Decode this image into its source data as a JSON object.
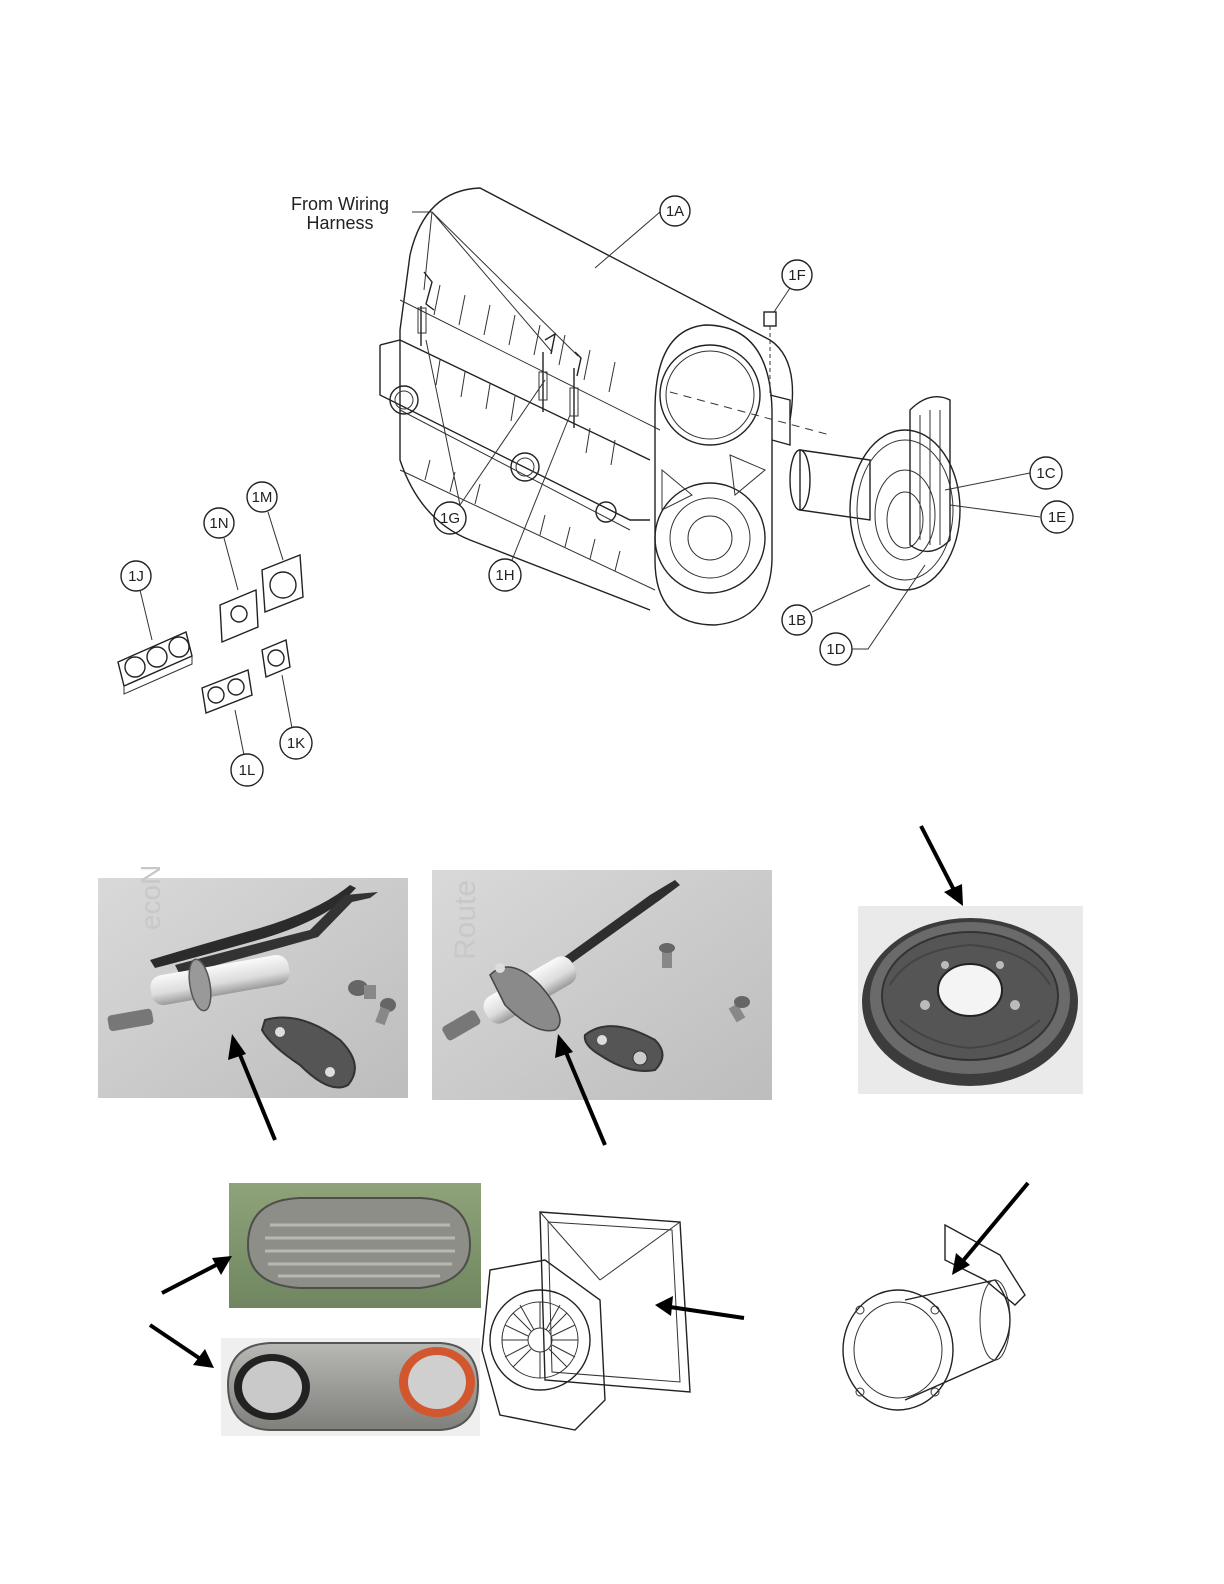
{
  "diagram": {
    "harness_label_line1": "From Wiring",
    "harness_label_line2": "Harness",
    "callouts": {
      "c1A": "1A",
      "c1B": "1B",
      "c1C": "1C",
      "c1D": "1D",
      "c1E": "1E",
      "c1F": "1F",
      "c1G": "1G",
      "c1H": "1H",
      "c1J": "1J",
      "c1K": "1K",
      "c1L": "1L",
      "c1M": "1M",
      "c1N": "1N"
    }
  },
  "photos": {
    "watermark_left": "ecoN",
    "watermark_middle": "Route"
  }
}
